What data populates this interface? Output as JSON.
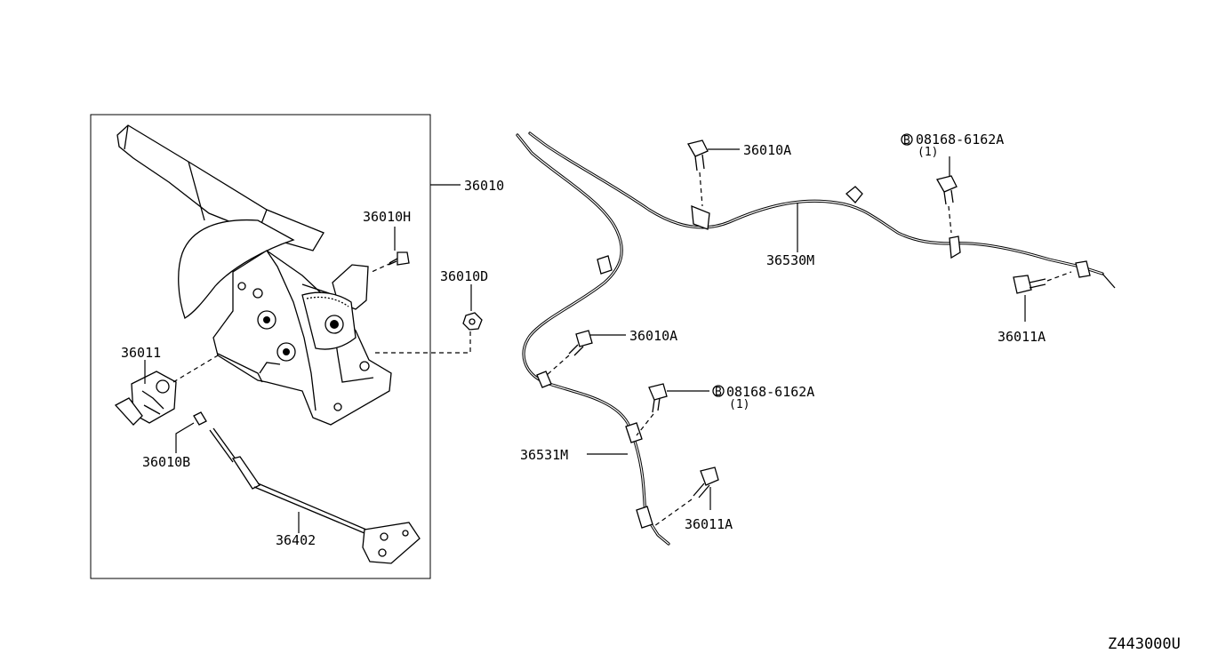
{
  "diagram_id": "Z443000U",
  "callouts": {
    "lever_assy": "36010",
    "bolt_h": "36010H",
    "nut_d": "36010D",
    "switch": "36011",
    "clip_b": "36010B",
    "rod": "36402",
    "bolt_a_top": "36010A",
    "bolt_b_top": "08168-6162A",
    "bolt_b_top_qty": "(1)",
    "rear_cable_rh": "36530M",
    "bolt_right": "36011A",
    "bolt_a_mid": "36010A",
    "bolt_b_mid": "08168-6162A",
    "bolt_b_mid_qty": "(1)",
    "rear_cable_lh": "36531M",
    "bolt_lower": "36011A"
  },
  "symbols": {
    "bolt_prefix": "B"
  }
}
